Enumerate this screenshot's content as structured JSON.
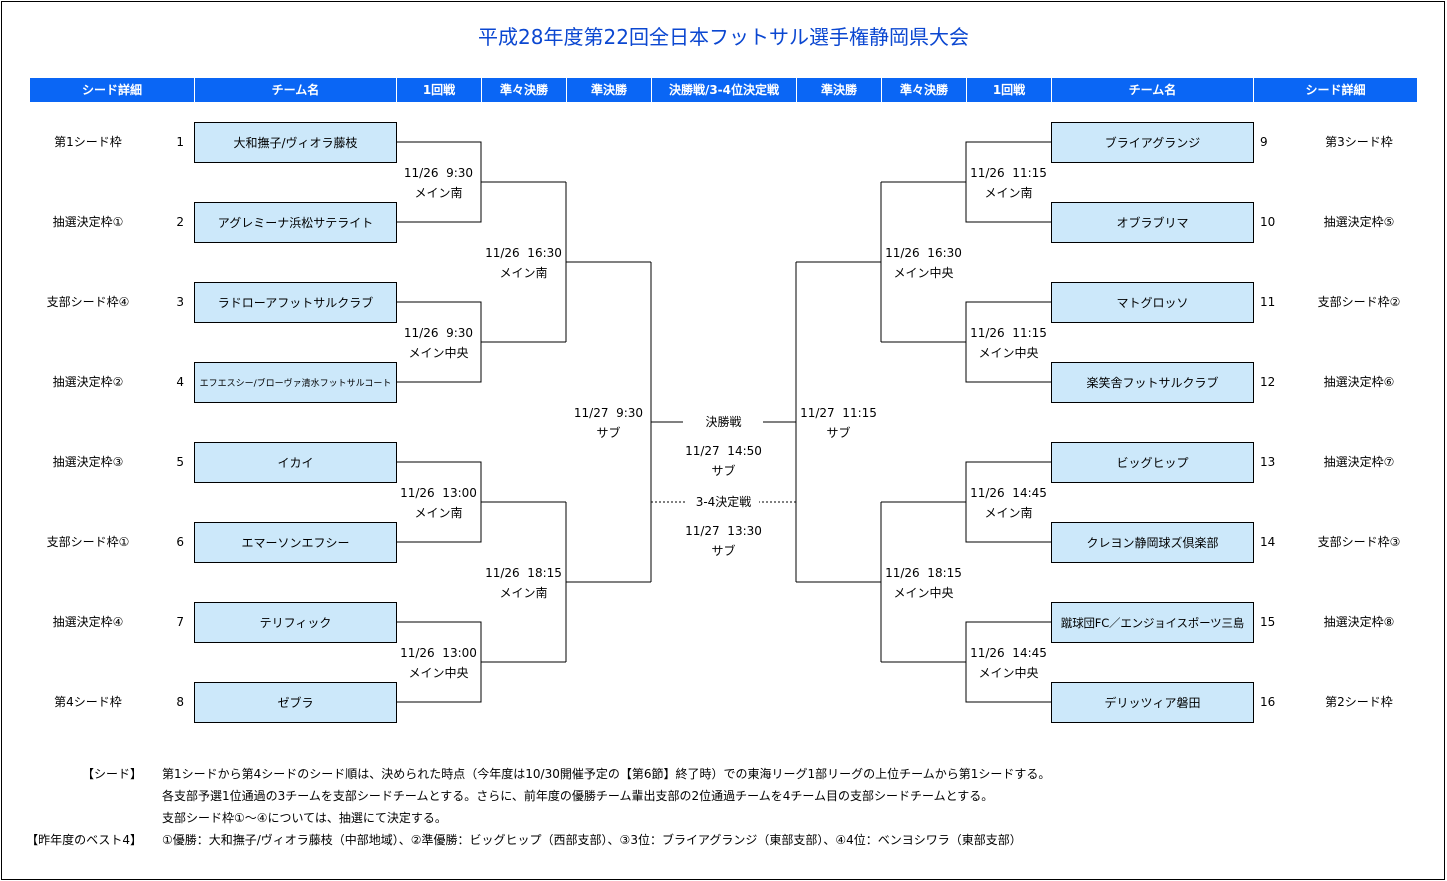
{
  "title": "平成28年度第22回全日本フットサル選手権静岡県大会",
  "header": {
    "columns": [
      "シード詳細",
      "チーム名",
      "1回戦",
      "準々決勝",
      "準決勝",
      "決勝戦/3-4位決定戦",
      "準決勝",
      "準々決勝",
      "1回戦",
      "チーム名",
      "シード詳細"
    ]
  },
  "left_teams": [
    {
      "seed": "第1シード枠",
      "no": "1",
      "name": "大和撫子/ヴィオラ藤枝"
    },
    {
      "seed": "抽選決定枠①",
      "no": "2",
      "name": "アグレミーナ浜松サテライト"
    },
    {
      "seed": "支部シード枠④",
      "no": "3",
      "name": "ラドローアフットサルクラブ"
    },
    {
      "seed": "抽選決定枠②",
      "no": "4",
      "name": "エフエスシー/ブローヴァ清水フットサルコート"
    },
    {
      "seed": "抽選決定枠③",
      "no": "5",
      "name": "イカイ"
    },
    {
      "seed": "支部シード枠①",
      "no": "6",
      "name": "エマーソンエフシー"
    },
    {
      "seed": "抽選決定枠④",
      "no": "7",
      "name": "テリフィック"
    },
    {
      "seed": "第4シード枠",
      "no": "8",
      "name": "ゼブラ"
    }
  ],
  "right_teams": [
    {
      "no": "9",
      "name": "ブライアグランジ",
      "seed": "第3シード枠"
    },
    {
      "no": "10",
      "name": "オブラブリマ",
      "seed": "抽選決定枠⑤"
    },
    {
      "no": "11",
      "name": "マトグロッソ",
      "seed": "支部シード枠②"
    },
    {
      "no": "12",
      "name": "楽笑舎フットサルクラブ",
      "seed": "抽選決定枠⑥"
    },
    {
      "no": "13",
      "name": "ビッグヒップ",
      "seed": "抽選決定枠⑦"
    },
    {
      "no": "14",
      "name": "クレヨン静岡球ズ倶楽部",
      "seed": "支部シード枠③"
    },
    {
      "no": "15",
      "name": "蹴球団FC／エンジョイスポーツ三島",
      "seed": "抽選決定枠⑧"
    },
    {
      "no": "16",
      "name": "デリッツィア磐田",
      "seed": "第2シード枠"
    }
  ],
  "matches": {
    "left_r1": [
      {
        "date": "11/26  9:30",
        "venue": "メイン南"
      },
      {
        "date": "11/26  9:30",
        "venue": "メイン中央"
      },
      {
        "date": "11/26  13:00",
        "venue": "メイン南"
      },
      {
        "date": "11/26  13:00",
        "venue": "メイン中央"
      }
    ],
    "left_qf": [
      {
        "date": "11/26  16:30",
        "venue": "メイン南"
      },
      {
        "date": "11/26  18:15",
        "venue": "メイン南"
      }
    ],
    "left_sf": {
      "date": "11/27  9:30",
      "venue": "サブ"
    },
    "right_r1": [
      {
        "date": "11/26  11:15",
        "venue": "メイン南"
      },
      {
        "date": "11/26  11:15",
        "venue": "メイン中央"
      },
      {
        "date": "11/26  14:45",
        "venue": "メイン南"
      },
      {
        "date": "11/26  14:45",
        "venue": "メイン中央"
      }
    ],
    "right_qf": [
      {
        "date": "11/26  16:30",
        "venue": "メイン中央"
      },
      {
        "date": "11/26  18:15",
        "venue": "メイン中央"
      }
    ],
    "right_sf": {
      "date": "11/27  11:15",
      "venue": "サブ"
    },
    "final": {
      "label": "決勝戦",
      "date": "11/27  14:50",
      "venue": "サブ"
    },
    "third_place": {
      "label": "3-4決定戦",
      "date": "11/27  13:30",
      "venue": "サブ"
    }
  },
  "notes": {
    "seed_label": "【シード】",
    "seed_lines": [
      "第1シードから第4シードのシード順は、決められた時点（今年度は10/30開催予定の【第6節】終了時）での東海リーグ1部リーグの上位チームから第1シードする。",
      "各支部予選1位通過の3チームを支部シードチームとする。さらに、前年度の優勝チーム輩出支部の2位通過チームを4チーム目の支部シードチームとする。",
      "支部シード枠①～④については、抽選にて決定する。"
    ],
    "best4_label": "【昨年度のベスト4】",
    "best4_text": "①優勝：大和撫子/ヴィオラ藤枝（中部地域）、②準優勝：ビッグヒップ（西部支部）、③3位：ブライアグランジ（東部支部）、④4位：ベンヨシワラ（東部支部）"
  },
  "colors": {
    "title": "#0b47d1",
    "header_bg": "#0a66f5",
    "header_text": "#ffffff",
    "team_box_bg": "#cce8fa"
  }
}
